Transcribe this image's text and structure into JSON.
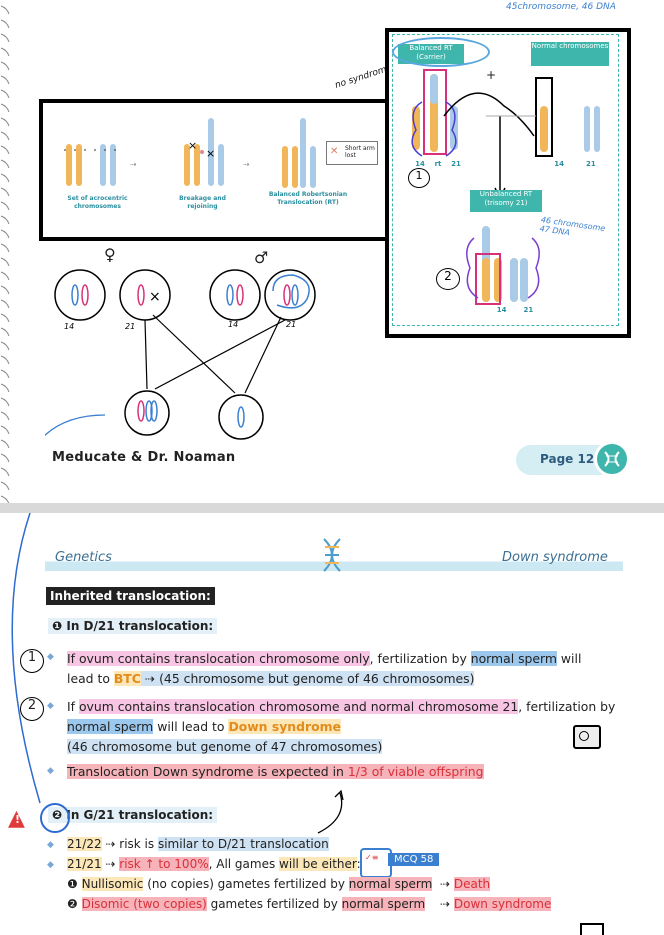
{
  "page1": {
    "diagram_steps": [
      {
        "caption": "Set of acrocentric chromosomes"
      },
      {
        "caption": "Breakage and rejoining"
      },
      {
        "caption": "Balanced Robertsonian Translocation (RT)"
      }
    ],
    "short_arm_note": "Short arm lost",
    "balanced_box_label": "Balanced RT (Carrier)",
    "normal_box_label": "Normal chromosomes",
    "unbalanced_box_label": "Unbalanced RT (trisomy 21)",
    "chrom_labels_top_left": [
      "14",
      "rt",
      "21"
    ],
    "chrom_labels_top_right": [
      "14",
      "21"
    ],
    "chrom_labels_bottom": [
      "14",
      "21"
    ],
    "hand_note_top": "45chromosome, 46 DNA",
    "hand_note_side": "46 chromosome 47 DNA",
    "hand_note_arrow": "no syndrome",
    "plus_sign": "+",
    "female_symbol": "♀",
    "male_symbol": "♂",
    "cell_labels": [
      "14",
      "21",
      "14",
      "21"
    ],
    "circled_numbers": [
      "1",
      "2"
    ],
    "footer_brand": "Meducate & Dr. Noaman",
    "page_label": "Page 12"
  },
  "page2": {
    "header_left": "Genetics",
    "header_right": "Down syndrome",
    "section_title": "Inherited translocation:",
    "sub1_marker": "❶",
    "sub1_title": "In D/21 translocation:",
    "item1_line1_a": "If ovum contains translocation chromosome only",
    "item1_line1_b": ", fertilization by ",
    "item1_line1_c": "normal sperm",
    "item1_line1_d": " will",
    "item1_line2_a": "lead to ",
    "item1_line2_b": "BTC",
    "item1_line2_c": " ⇢ (45 chromosome but genome of 46 chromosomes)",
    "item2_line1_a": "If ",
    "item2_line1_b": "ovum contains translocation chromosome and normal chromosome 21",
    "item2_line1_c": ", fertilization by",
    "item2_line2_a": "normal sperm",
    "item2_line2_b": " will lead to ",
    "item2_line2_c": "Down syndrome",
    "item2_line3": "(46 chromosome but genome of 47 chromosomes)",
    "item3_a": "Translocation Down syndrome is expected in ",
    "item3_b": "1/3 of viable offspring",
    "sub2_marker": "❷",
    "sub2_title": "In G/21 translocation:",
    "g1_a": "21/22",
    "g1_b": " ⇢ risk is ",
    "g1_c": "similar to D/21 translocation",
    "g2_a": "21/21",
    "g2_b": " ⇢ ",
    "g2_c": "risk ↑ to 100%",
    "g2_d": ", All games ",
    "g2_e": "will be either",
    "g2_f": ":",
    "mcq_label": "MCQ 58",
    "n1_marker": "❶",
    "n1_a": "Nullisomic",
    "n1_b": " (no copies) gametes fertilized by ",
    "n1_c": "normal sperm",
    "n1_d": "⇢ ",
    "n1_e": "Death",
    "n2_marker": "❷",
    "n2_a": "Disomic (two copies)",
    "n2_b": " gametes fertilized by ",
    "n2_c": "normal sperm",
    "n2_d": "⇢ ",
    "n2_e": "Down syndrome",
    "circled_numbers": [
      "1",
      "2"
    ]
  },
  "colors": {
    "teal": "#3fb6ac",
    "pink": "#f8c6e4",
    "blue": "#9cc8ee",
    "red": "#d9303a",
    "orange": "#e38b1b"
  }
}
